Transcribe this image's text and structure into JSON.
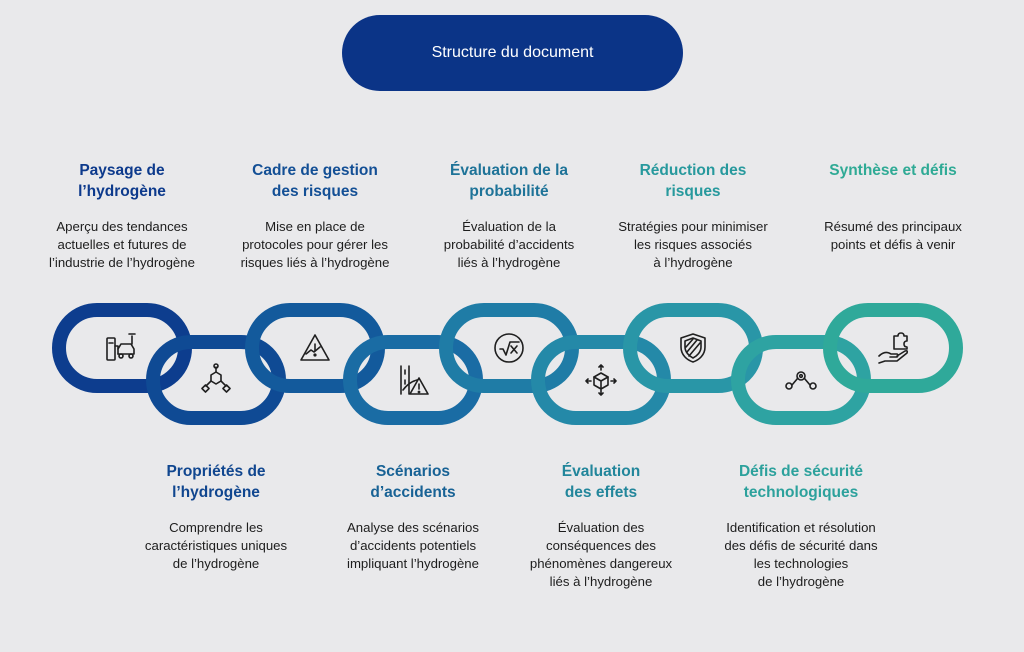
{
  "title": "Structure du document",
  "colors": {
    "background": "#e9e9eb",
    "title_bg": "#0b3487",
    "icon": "#1f1f1f",
    "links": [
      "#0d3d8e",
      "#0f4a94",
      "#135a9c",
      "#1a6ca4",
      "#1f7ca6",
      "#2489a8",
      "#2996a7",
      "#2ea3a2",
      "#2fa99a",
      "#2faf93"
    ]
  },
  "top_steps": [
    {
      "title_l1": "Paysage de",
      "title_l2": "l’hydrogène",
      "desc": [
        "Aperçu des tendances",
        "actuelles et futures de",
        "l’industrie de l’hydrogène"
      ],
      "icon": "hydrogen-car-refuel-icon",
      "color": "#0d3a8c"
    },
    {
      "title_l1": "Cadre de gestion",
      "title_l2": "des risques",
      "desc": [
        "Mise en place de",
        "protocoles pour gérer les",
        "risques liés à l’hydrogène"
      ],
      "icon": "warning-triangle-icon",
      "color": "#134f95"
    },
    {
      "title_l1": "Évaluation de la",
      "title_l2": "probabilité",
      "desc": [
        "Évaluation de la",
        "probabilité d’accidents",
        "liés à l’hydrogène"
      ],
      "icon": "square-root-icon",
      "color": "#1e7398"
    },
    {
      "title_l1": "Réduction des",
      "title_l2": "risques",
      "desc": [
        "Stratégies pour minimiser",
        "les risques associés",
        "à l’hydrogène"
      ],
      "icon": "shield-icon",
      "color": "#27999d"
    },
    {
      "title_l1": "Synthèse et défis",
      "title_l2": "",
      "desc": [
        "Résumé des principaux",
        "points et défis à venir"
      ],
      "icon": "puzzle-hand-icon",
      "color": "#2faa95"
    }
  ],
  "bottom_steps": [
    {
      "title_l1": "Propriétés de",
      "title_l2": "l’hydrogène",
      "desc": [
        "Comprendre les",
        "caractéristiques uniques",
        "de l’hydrogène"
      ],
      "icon": "molecule-icon",
      "color": "#10468f"
    },
    {
      "title_l1": "Scénarios",
      "title_l2": "d’accidents",
      "desc": [
        "Analyse des scénarios",
        "d’accidents potentiels",
        "impliquant l’hydrogène"
      ],
      "icon": "road-hazard-icon",
      "color": "#186295"
    },
    {
      "title_l1": "Évaluation",
      "title_l2": "des effets",
      "desc": [
        "Évaluation des",
        "conséquences des",
        "phénomènes dangereux",
        "liés à l’hydrogène"
      ],
      "icon": "cube-expand-icon",
      "color": "#22869b"
    },
    {
      "title_l1": "Défis de sécurité",
      "title_l2": "technologiques",
      "desc": [
        "Identification et résolution",
        "des défis de sécurité dans",
        "les technologies",
        "de l’hydrogène"
      ],
      "icon": "node-link-icon",
      "color": "#2ca19c"
    }
  ]
}
